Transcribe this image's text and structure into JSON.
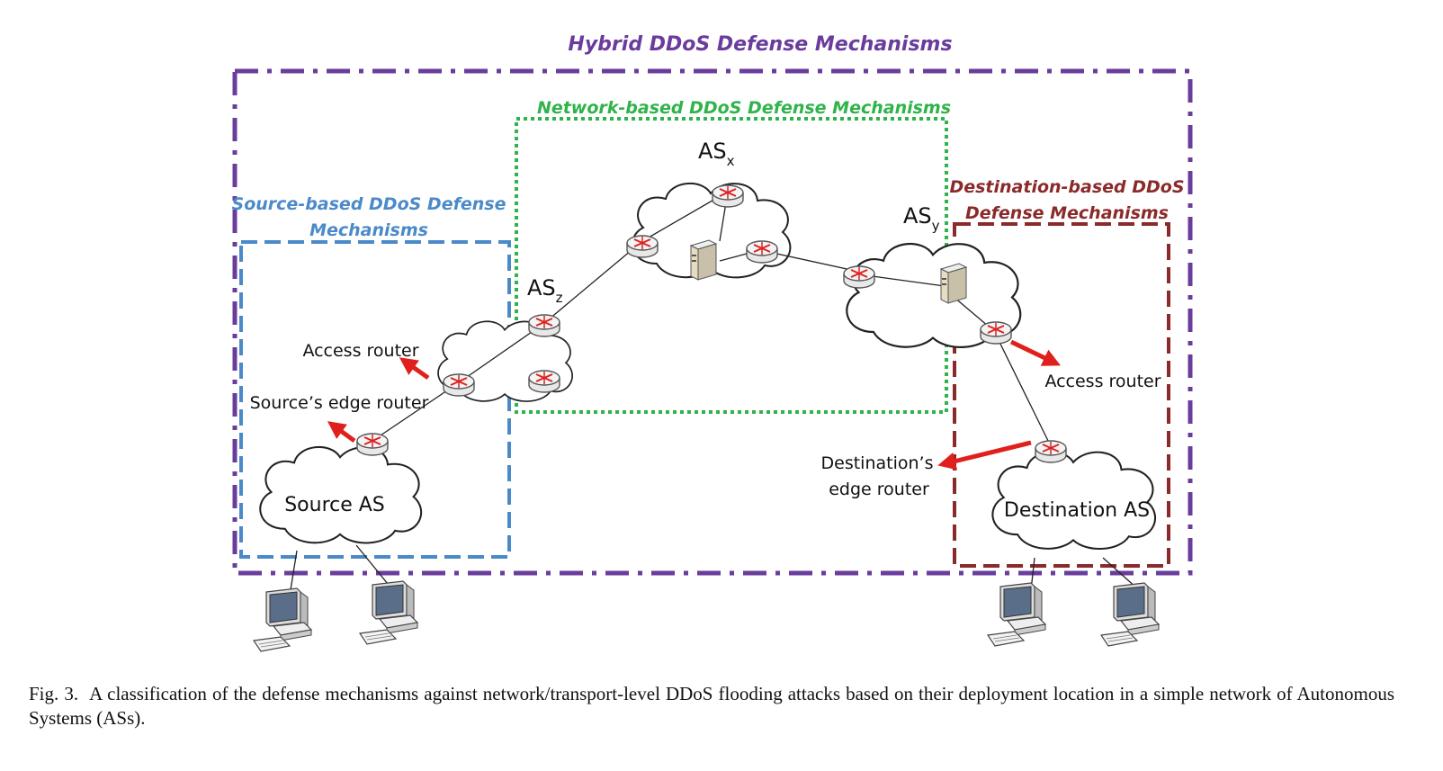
{
  "titles": {
    "hybrid": "Hybrid DDoS Defense Mechanisms",
    "network": "Network-based DDoS Defense Mechanisms",
    "source_line1": "Source-based DDoS Defense",
    "source_line2": "Mechanisms",
    "dest_line1": "Destination-based DDoS",
    "dest_line2": "Defense Mechanisms"
  },
  "as_labels": {
    "x_main": "AS",
    "x_sub": "x",
    "y_main": "AS",
    "y_sub": "y",
    "z_main": "AS",
    "z_sub": "z"
  },
  "clouds": {
    "source": "Source AS",
    "destination": "Destination AS"
  },
  "labels": {
    "src_access_router": "Access router",
    "src_edge_router": "Source’s edge router",
    "dst_access_router": "Access router",
    "dst_edge_line1": "Destination’s",
    "dst_edge_line2": "edge router"
  },
  "colors": {
    "hybrid": "#6a3c9c",
    "network": "#2fb34a",
    "source": "#4b8ac8",
    "destination": "#8b2a2a",
    "arrow": "#e0201c"
  },
  "caption": {
    "fig": "Fig. 3.",
    "text": "A classification of the defense mechanisms against network/transport-level DDoS flooding attacks based on their deployment location in a simple network of Autonomous Systems (ASs)."
  }
}
